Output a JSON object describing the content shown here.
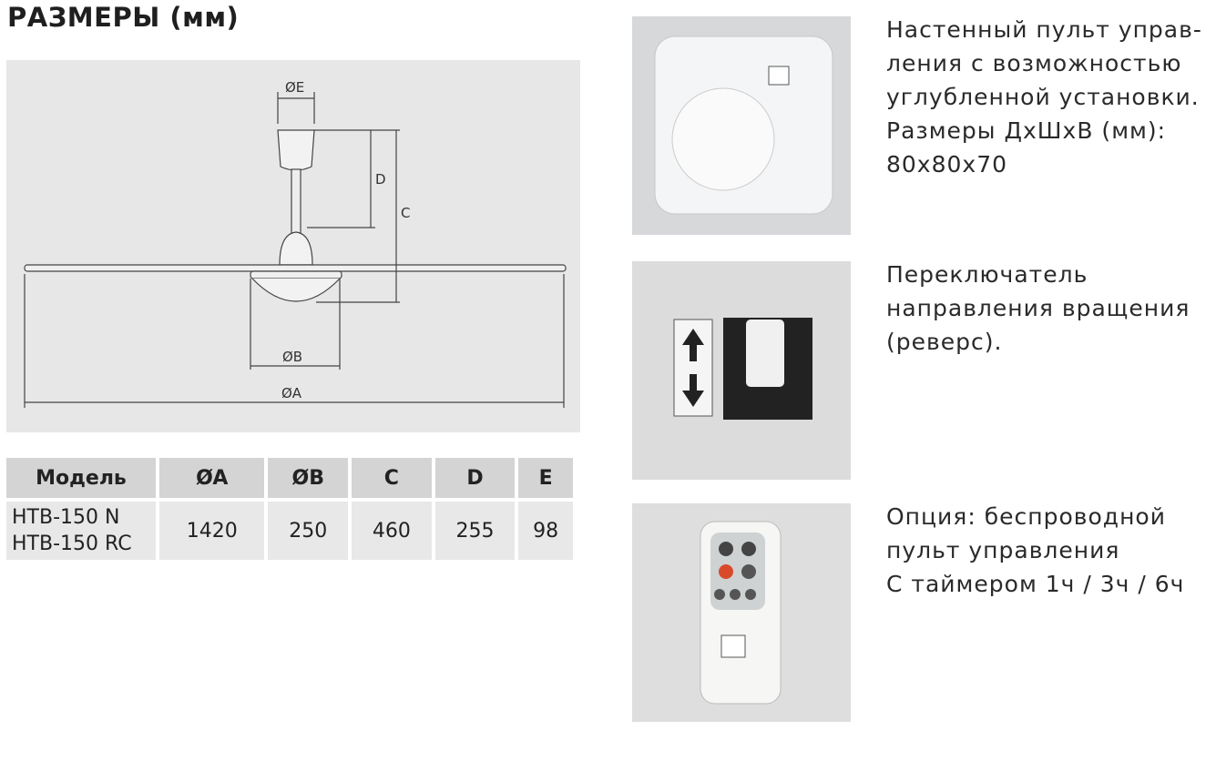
{
  "title": "РАЗМЕРЫ (мм)",
  "diagram": {
    "labels": {
      "e": "ØE",
      "d": "D",
      "c": "C",
      "b": "ØB",
      "a": "ØA"
    }
  },
  "table": {
    "headers": [
      "Модель",
      "ØA",
      "ØB",
      "C",
      "D",
      "E"
    ],
    "row": {
      "models": [
        "HTB-150 N",
        "HTB-150 RC"
      ],
      "a": "1420",
      "b": "250",
      "c": "460",
      "d": "255",
      "e": "98"
    }
  },
  "accessories": [
    {
      "description": "Настенный пульт управ-\nления с возможностью\nуглубленной установки.\nРазмеры ДхШхВ (мм):\n80х80х70"
    },
    {
      "description": "Переключатель\nнаправления вращения\n(реверс)."
    },
    {
      "description": "Опция: беспроводной\nпульт управления\nС таймером 1ч / 3ч / 6ч"
    }
  ]
}
